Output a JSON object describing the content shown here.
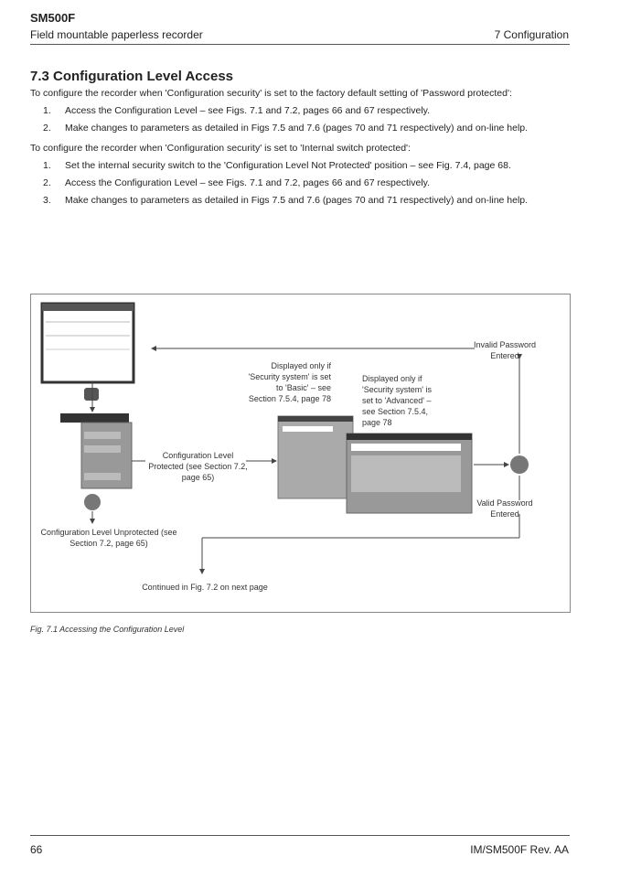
{
  "header": {
    "title": "SM500F",
    "subtitle": "Field mountable paperless recorder",
    "section": "7  Configuration"
  },
  "heading": "7.3  Configuration Level Access",
  "intro1": "To configure the recorder when 'Configuration security' is set to the factory default setting of 'Password protected':",
  "list1": [
    {
      "n": "1.",
      "text": "Access the Configuration Level – see Figs. 7.1 and 7.2, pages 66 and 67 respectively."
    },
    {
      "n": "2.",
      "text": "Make changes to parameters as detailed in Figs 7.5 and 7.6 (pages 70 and 71 respectively) and on-line help."
    }
  ],
  "intro2": "To configure the recorder when 'Configuration security' is set to 'Internal switch protected':",
  "list2": [
    {
      "n": "1.",
      "text": "Set the internal security switch to the 'Configuration Level Not Protected' position – see Fig. 7.4, page 68."
    },
    {
      "n": "2.",
      "text": "Access the Configuration Level – see Figs. 7.1 and 7.2, pages 66 and 67 respectively."
    },
    {
      "n": "3.",
      "text": "Make changes to parameters as detailed in Figs 7.5 and 7.6 (pages 70 and 71 respectively) and on-line help."
    }
  ],
  "figure": {
    "invalid": "Invalid Password Entered",
    "valid": "Valid Password Entered",
    "basic_note": "Displayed only if 'Security system' is set to 'Basic' – see Section 7.5.4, page 78",
    "advanced_note": "Displayed only if 'Security system' is set to 'Advanced' – see Section 7.5.4, page 78",
    "protected": "Configuration Level Protected (see Section 7.2, page 65)",
    "unprotected": "Configuration Level Unprotected (see Section 7.2, page 65)",
    "continued": "Continued in Fig. 7.2 on next page"
  },
  "caption": "Fig. 7.1  Accessing the Configuration Level",
  "footer": {
    "page": "66",
    "doc": "IM/SM500F Rev. AA"
  }
}
